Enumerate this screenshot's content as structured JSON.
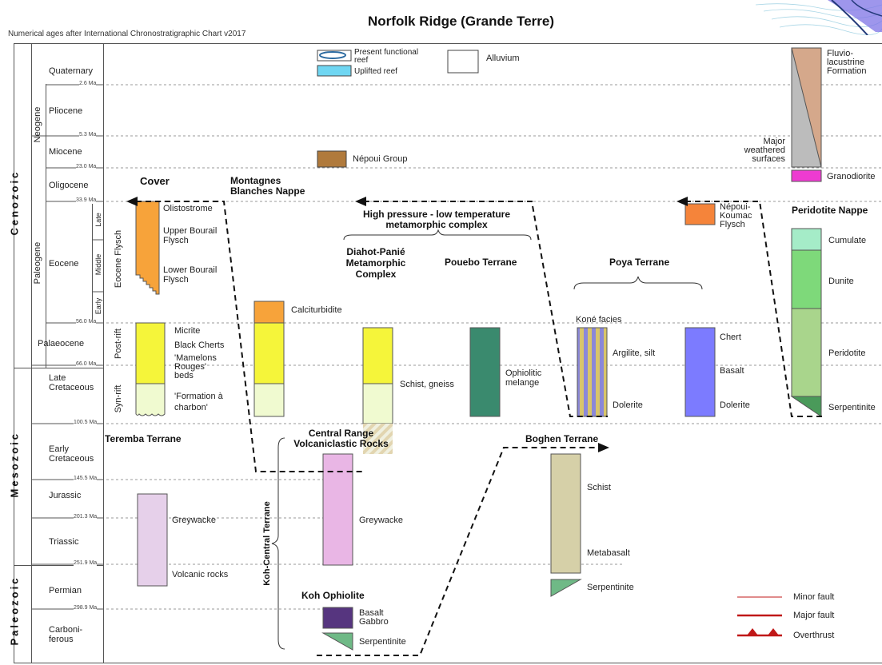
{
  "header": {
    "title": "Norfolk Ridge (Grande Terre)",
    "subtitle": "Numerical ages after International Chronostratigraphic Chart v2017"
  },
  "eras": [
    "Cenozoic",
    "Mesozoic",
    "Paleozoic"
  ],
  "periods": [
    "Neogene",
    "Paleogene"
  ],
  "epochs": [
    "Quaternary",
    "Pliocene",
    "Miocene",
    "Oligocene",
    "Eocene",
    "Palaeocene",
    "Late Cretaceous",
    "Early Cretaceous",
    "Jurassic",
    "Triassic",
    "Permian",
    "Carboni-ferous"
  ],
  "subepochs": [
    "Late",
    "Middle",
    "Early"
  ],
  "ages": [
    "2.6 Ma",
    "5.3 Ma",
    "23.0 Ma",
    "33.9 Ma",
    "56.0 Ma",
    "66.0 Ma",
    "100.5 Ma",
    "145.5 Ma",
    "201.3 Ma",
    "251.9 Ma",
    "298.9 Ma"
  ],
  "legend": {
    "present_reef": "Present functional reef",
    "uplifted_reef": "Uplifted reef",
    "alluvium": "Alluvium",
    "nepoui_group": "Népoui Group",
    "minor_fault": "Minor fault",
    "major_fault": "Major fault",
    "overthrust": "Overthrust"
  },
  "cover": {
    "title": "Cover",
    "eocene_flysch": "Eocene Flysch",
    "post_rift": "Post-rift",
    "syn_rift": "Syn-rift",
    "olistostrome": "Olistostrome",
    "upper_bourail": "Upper Bourail Flysch",
    "lower_bourail": "Lower Bourail Flysch",
    "micrite": "Micrite",
    "black_cherts": "Black Cherts",
    "mamelons": "'Mamelons Rouges' beds",
    "formation": "'Formation à charbon'"
  },
  "montagnes": {
    "title": "Montagnes Blanches Nappe",
    "calciturbidite": "Calciturbidite"
  },
  "hp": {
    "title": "High pressure - low temperature metamorphic complex"
  },
  "diahot": {
    "title": "Diahot-Panié Metamorphic Complex",
    "schist": "Schist, gneiss"
  },
  "pouebo": {
    "title": "Pouebo Terrane",
    "ophiolitic": "Ophiolitic melange"
  },
  "poya": {
    "title": "Poya Terrane",
    "kone": "Koné facies",
    "argilite": "Argilite, silt",
    "dolerite1": "Dolerite",
    "chert": "Chert",
    "basalt": "Basalt",
    "dolerite2": "Dolerite"
  },
  "peridotite": {
    "title": "Peridotite Nappe",
    "fluvio": "Fluvio-lacustrine Formation",
    "major_weathered": "Major weathered surfaces",
    "granodiorite": "Granodiorite",
    "nepoui_koumac": "Népoui-Koumac Flysch",
    "cumulate": "Cumulate",
    "dunite": "Dunite",
    "peridotite": "Peridotite",
    "serpentinite": "Serpentinite"
  },
  "teremba": {
    "title": "Teremba Terrane",
    "greywacke": "Greywacke",
    "volcanic": "Volcanic rocks"
  },
  "central": {
    "title": "Central Range Volcaniclastic Rocks",
    "koh_central": "Koh-Central Terrane",
    "greywacke": "Greywacke",
    "koh_ophiolite": "Koh Ophiolite",
    "basalt_gabbro": "Basalt Gabbro",
    "serpentinite": "Serpentinite"
  },
  "boghen": {
    "title": "Boghen Terrane",
    "schist": "Schist",
    "metabasalt": "Metabasalt",
    "serpentinite": "Serpentinite"
  },
  "colors": {
    "eocene_flysch": "#f7a33a",
    "yellow": "#f5f53a",
    "pale_yellow": "#f0fad0",
    "calciturbidite": "#f7a33a",
    "ophiolitic": "#3a8a6e",
    "kone_purple": "#8a87d9",
    "kone_yellow": "#d8c56a",
    "poya_blue": "#7c7bff",
    "cumulate": "#a5ecc8",
    "dunite": "#7ed97a",
    "peridotite": "#a9d58c",
    "serpentinite": "#4a9a5a",
    "fluvio": "#d5a88b",
    "granodiorite": "#ee3bd1",
    "nepoui_koumac": "#f5843a",
    "nepoui_group": "#b07a3c",
    "teremba": "#e6d0ea",
    "central_greywacke": "#e9b6e5",
    "basalt_gabbro": "#56357f",
    "koh_serp": "#6fb986",
    "boghen_schist": "#d6d0a8",
    "boghen_serp": "#6fb986",
    "uplifted_reef": "#6fd6f2",
    "fault_red": "#c01818"
  }
}
